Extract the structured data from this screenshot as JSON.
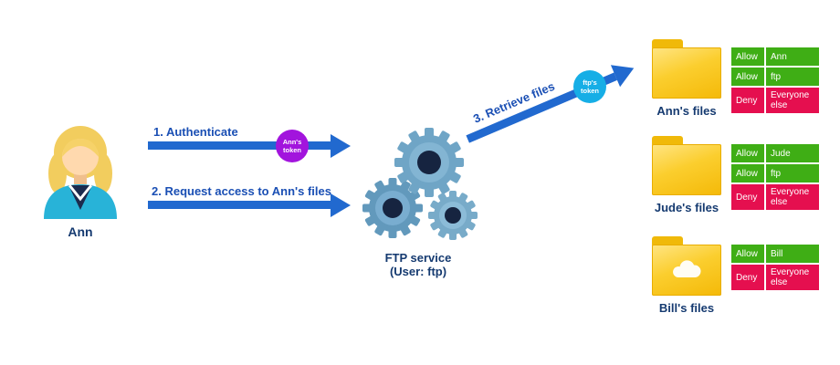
{
  "actor": {
    "label": "Ann"
  },
  "flow": {
    "step1_label": "1. Authenticate",
    "step2_label": "2. Request access to Ann's files",
    "step3_label": "3. Retrieve files",
    "ann_token_label": "Ann's token",
    "ftp_token_label": "ftp's token"
  },
  "service": {
    "title": "FTP service",
    "subtitle": "(User: ftp)"
  },
  "folders": [
    {
      "label": "Ann's files",
      "acl": [
        {
          "action": "Allow",
          "principal": "Ann"
        },
        {
          "action": "Allow",
          "principal": "ftp"
        },
        {
          "action": "Deny",
          "principal": "Everyone else"
        }
      ]
    },
    {
      "label": "Jude's files",
      "acl": [
        {
          "action": "Allow",
          "principal": "Jude"
        },
        {
          "action": "Allow",
          "principal": "ftp"
        },
        {
          "action": "Deny",
          "principal": "Everyone else"
        }
      ]
    },
    {
      "label": "Bill's files",
      "acl": [
        {
          "action": "Allow",
          "principal": "Bill"
        },
        {
          "action": "Deny",
          "principal": "Everyone else"
        }
      ]
    }
  ],
  "colors": {
    "arrow_blue": "#2169cf",
    "step_text_blue": "#1a4fb4",
    "label_navy": "#153a70",
    "token_purple": "#a214dd",
    "token_cyan": "#16aee6",
    "allow_green": "#3fae15",
    "deny_red": "#e50f4f",
    "folder_yellow": "#f7c40f",
    "gear_blue": "#6fa5c6"
  }
}
